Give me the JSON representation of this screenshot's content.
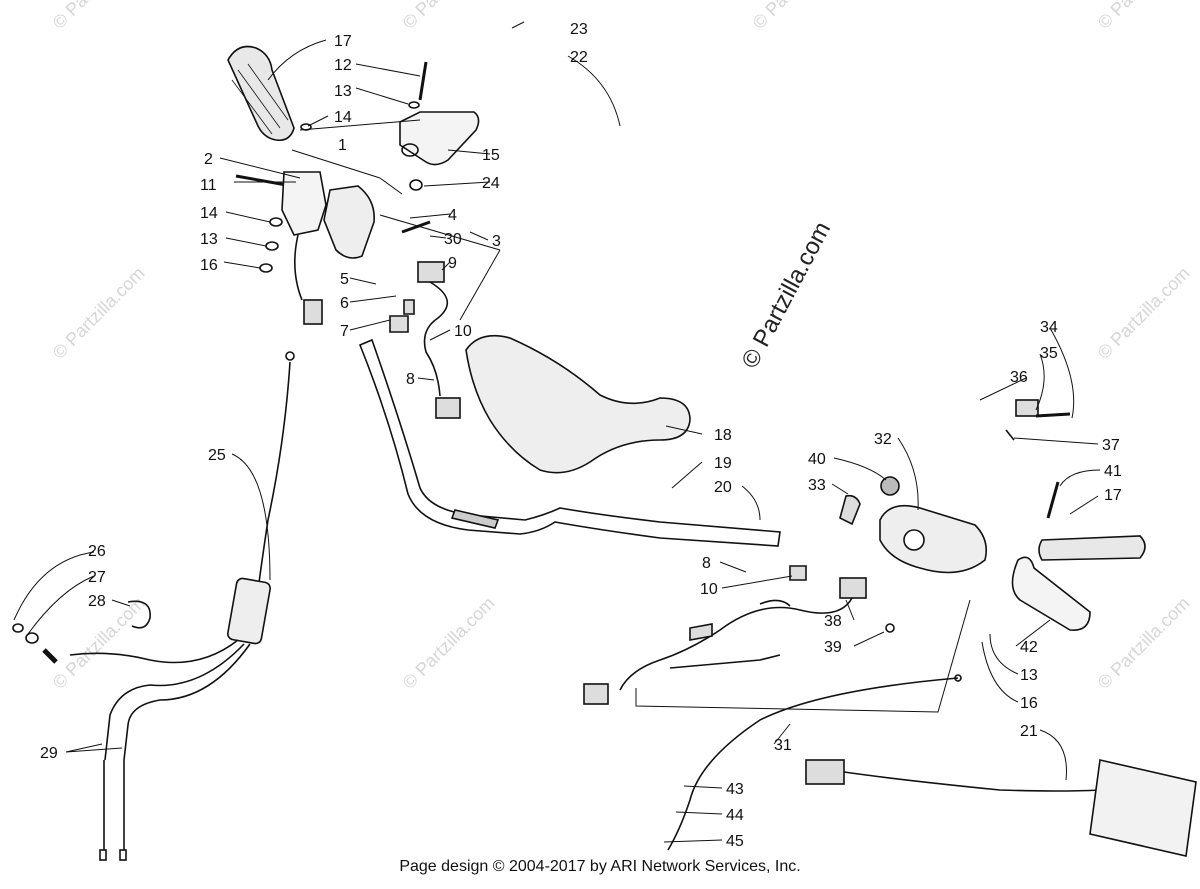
{
  "watermark": "© Partzilla.com",
  "footer": "Page design © 2004-2017 by ARI Network Services, Inc.",
  "callouts": {
    "c1": "1",
    "c2": "2",
    "c3": "3",
    "c4": "4",
    "c5": "5",
    "c6": "6",
    "c7": "7",
    "c8a": "8",
    "c8b": "8",
    "c9": "9",
    "c10a": "10",
    "c10b": "10",
    "c11": "11",
    "c12": "12",
    "c13a": "13",
    "c13b": "13",
    "c13c": "13",
    "c14a": "14",
    "c14b": "14",
    "c15": "15",
    "c16a": "16",
    "c16b": "16",
    "c17a": "17",
    "c17b": "17",
    "c18": "18",
    "c19": "19",
    "c20": "20",
    "c21": "21",
    "c22": "22",
    "c23": "23",
    "c24": "24",
    "c25": "25",
    "c26": "26",
    "c27": "27",
    "c28": "28",
    "c29": "29",
    "c30": "30",
    "c31": "31",
    "c32": "32",
    "c33": "33",
    "c34": "34",
    "c35": "35",
    "c36": "36",
    "c37": "37",
    "c38": "38",
    "c39": "39",
    "c40": "40",
    "c41": "41",
    "c42": "42",
    "c43": "43",
    "c44": "44",
    "c45": "45"
  }
}
